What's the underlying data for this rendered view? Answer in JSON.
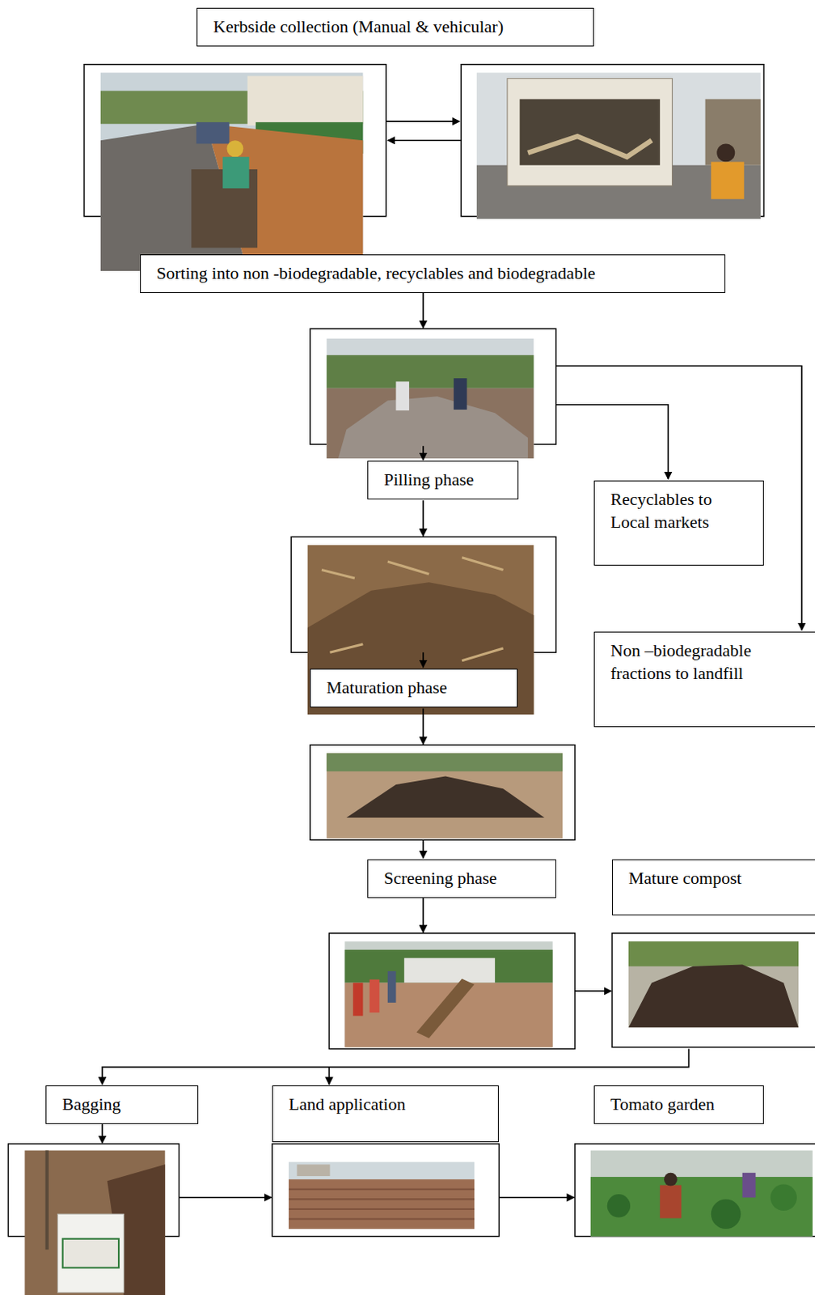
{
  "diagram": {
    "nodes": [
      {
        "text": [
          "Kerbside collection (Manual & vehicular)"
        ]
      },
      {
        "text": [
          "Sorting into non -biodegradable, recyclables and biodegradable"
        ]
      },
      {
        "text": [
          "Pilling phase"
        ]
      },
      {
        "text": [
          "Recyclables to Local markets"
        ]
      },
      {
        "text": [
          "Non –biodegradable fractions to landfill"
        ]
      },
      {
        "text": [
          "Maturation phase"
        ]
      },
      {
        "text": [
          "Screening phase"
        ]
      },
      {
        "text": [
          "Mature compost"
        ]
      },
      {
        "text": [
          "Bagging"
        ]
      },
      {
        "text": [
          "Land application"
        ]
      },
      {
        "text": [
          "Tomato garden"
        ]
      }
    ]
  }
}
